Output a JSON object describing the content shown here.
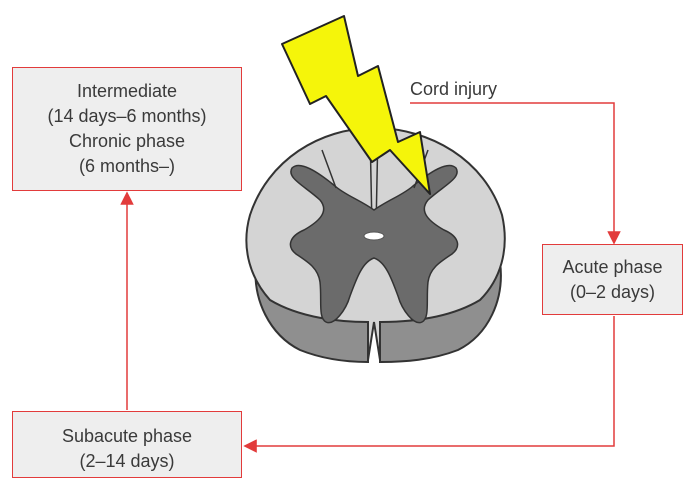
{
  "labels": {
    "cord_injury": "Cord injury"
  },
  "boxes": {
    "intermediate": {
      "line1": "Intermediate",
      "line2": "(14 days–6 months)",
      "line3": "Chronic phase",
      "line4": "(6 months–)"
    },
    "acute": {
      "line1": "Acute phase",
      "line2": "(0–2 days)"
    },
    "subacute": {
      "line1": "Subacute phase",
      "line2": "(2–14 days)"
    }
  },
  "colors": {
    "arrow": "#e23b3b",
    "box_fill": "#eeeeee",
    "lightning": "#f5f50a",
    "white_matter": "#d4d4d4",
    "gray_matter": "#6b6b6b",
    "ventral_tissue": "#8f8f8f"
  },
  "icons": {
    "injury": "lightning-bolt-icon",
    "anatomy": "spinal-cord-cross-section"
  }
}
